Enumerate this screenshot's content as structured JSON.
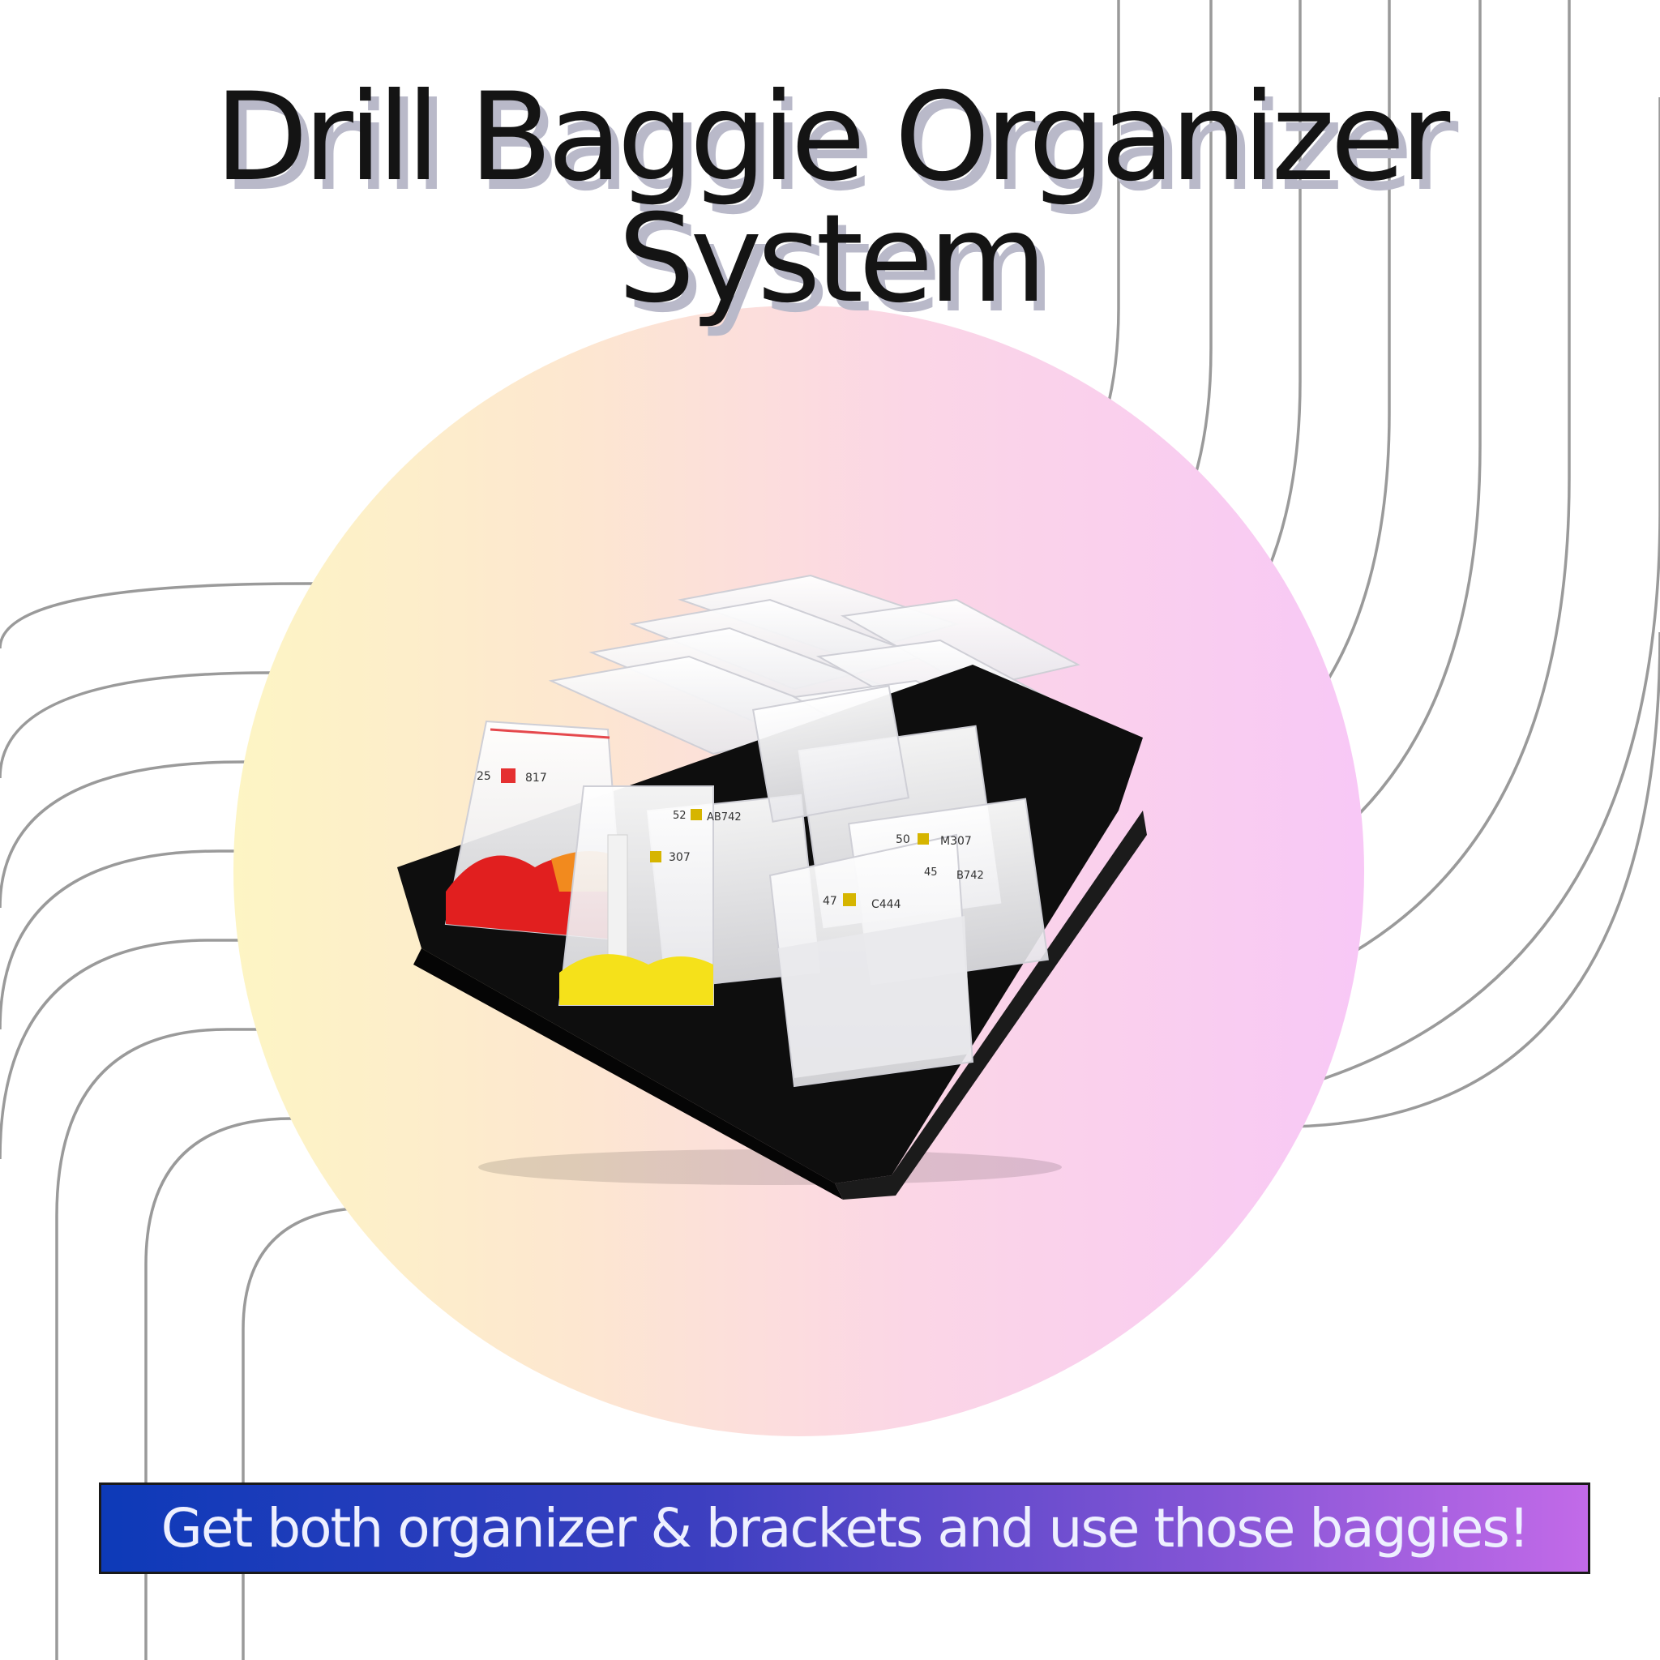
{
  "title": {
    "line1": "Drill Baggie Organizer",
    "line2": "System"
  },
  "product": {
    "label_front_number": "25",
    "label_front_code": "817",
    "label_mid_number": "52",
    "label_mid_code": "AB742",
    "label_second_code": "307",
    "label_right_number": "50",
    "label_right_code": "M307",
    "label_right_small": "45",
    "label_right_small_code": "B742",
    "label_big_number": "47",
    "label_big_code": "C444"
  },
  "banner": {
    "text": "Get both organizer & brackets and use those baggies!"
  },
  "colors": {
    "title_text": "#141414",
    "title_shadow": "#b9b9c9",
    "banner_start": "#0d3ab8",
    "banner_end": "#c26ae8",
    "circle_left": "#fdf5c4",
    "circle_right": "#f8c8f6",
    "line_gray": "#9a9a9a",
    "tray_black": "#0e0e0e"
  }
}
